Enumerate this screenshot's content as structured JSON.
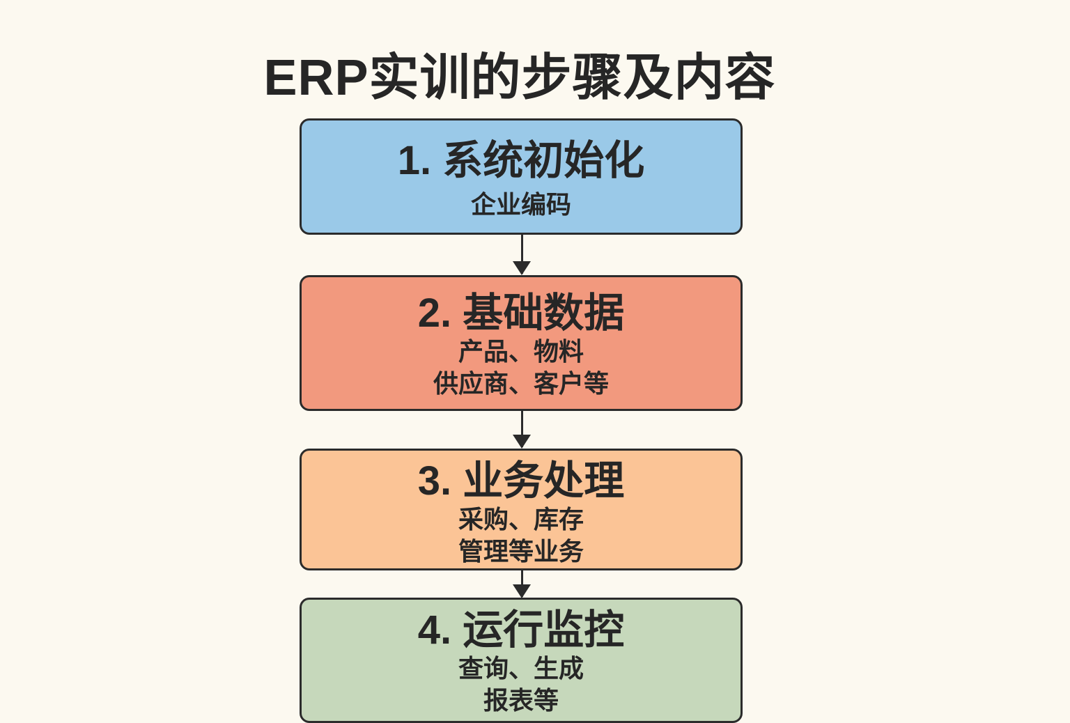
{
  "title": "ERP实训的步骤及内容",
  "steps": [
    {
      "heading": "1. 系统初始化",
      "lines": [
        "企业编码"
      ],
      "color": "#9ac9e8"
    },
    {
      "heading": "2. 基础数据",
      "lines": [
        "产品、物料",
        "供应商、客户等"
      ],
      "color": "#f2997e"
    },
    {
      "heading": "3. 业务处理",
      "lines": [
        "采购、库存",
        "管理等业务"
      ],
      "color": "#fbc496"
    },
    {
      "heading": "4. 运行监控",
      "lines": [
        "查询、生成",
        "报表等"
      ],
      "color": "#c6d8bb"
    }
  ]
}
